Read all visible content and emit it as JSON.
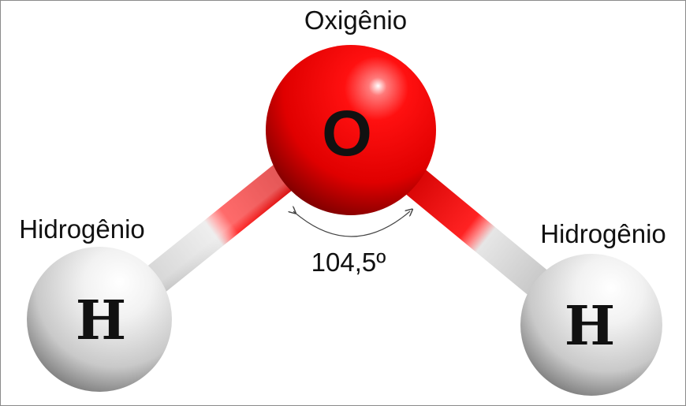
{
  "molecule": {
    "oxygen_label": "Oxigênio",
    "oxygen_symbol": "O",
    "left_hydrogen_label": "Hidrogênio",
    "left_hydrogen_symbol": "H",
    "right_hydrogen_label": "Hidrogênio",
    "right_hydrogen_symbol": "H",
    "bond_angle": "104,5º"
  },
  "colors": {
    "oxygen": "#e60000",
    "hydrogen": "#e8e8e8",
    "bond_gray": "#cfcfcf",
    "text": "#111111"
  }
}
